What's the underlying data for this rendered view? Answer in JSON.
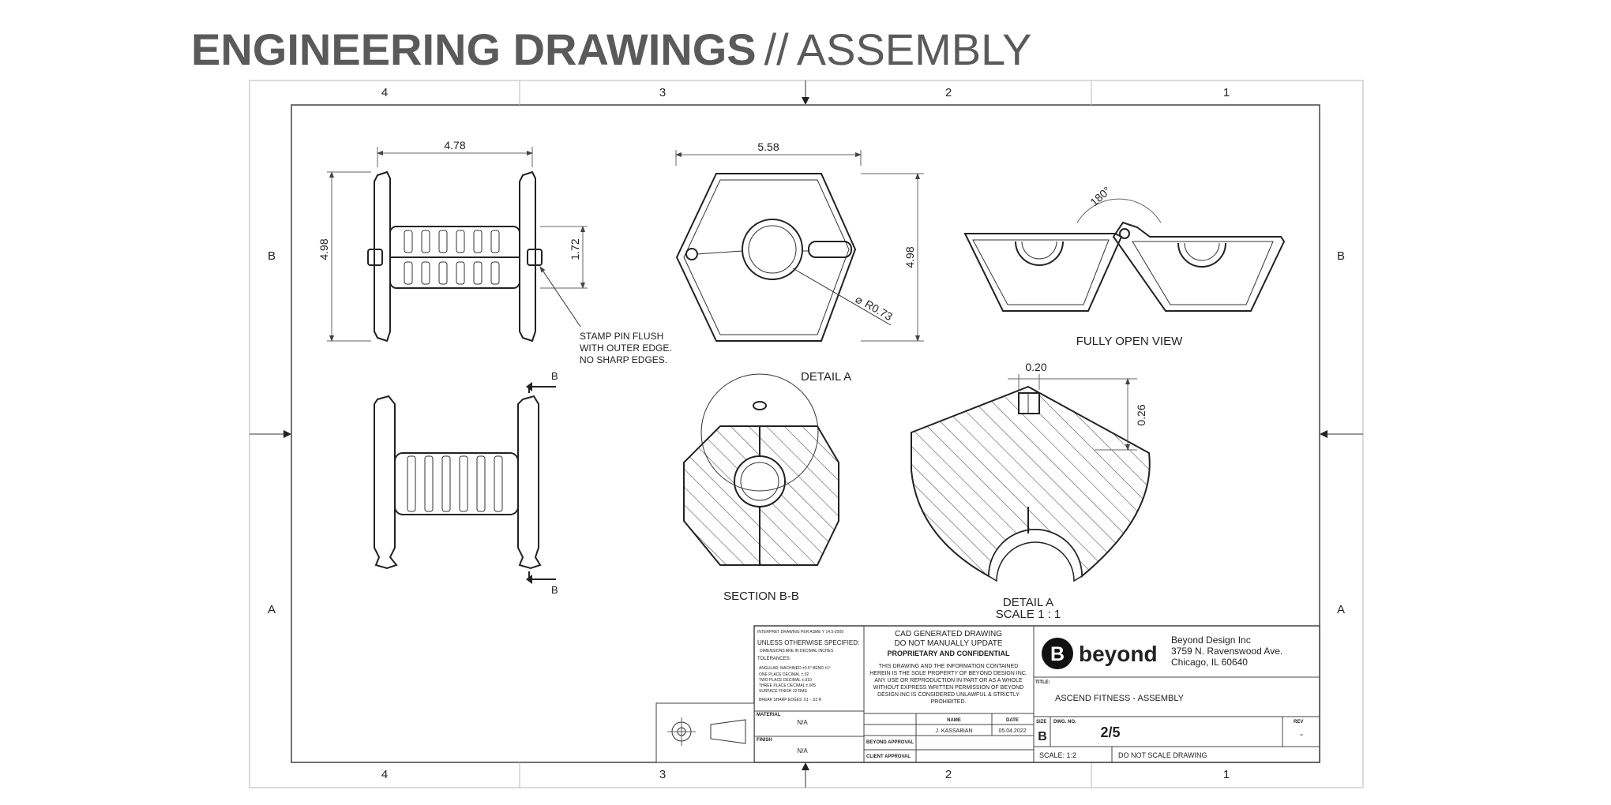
{
  "header": {
    "title": "ENGINEERING DRAWINGS",
    "separator": "//",
    "subtitle": "ASSEMBLY"
  },
  "sheet": {
    "zones_top": [
      "4",
      "3",
      "2",
      "1"
    ],
    "zones_side": [
      "B",
      "A"
    ]
  },
  "views": {
    "front": {
      "width_dim": "4.78",
      "height_dim": "4.98",
      "inner_dim": "1.72",
      "note_line1": "STAMP PIN FLUSH",
      "note_line2": "WITH OUTER EDGE.",
      "note_line3": "NO SHARP EDGES."
    },
    "side": {
      "section_mark_top": "B",
      "section_mark_bottom": "B"
    },
    "hex": {
      "width_dim": "5.58",
      "height_dim": "4.98",
      "radius_dim": "R0.73",
      "diameter_symbol": "⌀"
    },
    "open": {
      "angle_dim": "180°",
      "label": "FULLY OPEN VIEW"
    },
    "section": {
      "detail_callout": "DETAIL A",
      "label": "SECTION B-B"
    },
    "detail": {
      "width_dim": "0.20",
      "height_dim": "0.26",
      "label": "DETAIL A",
      "scale": "SCALE 1 : 1"
    }
  },
  "title_block": {
    "interpret": "INTERPRET DRAWING PER ASME Y 14.5-2009",
    "unless": "UNLESS OTHERWISE SPECIFIED:",
    "dims_in": "DIMENSIONS ARE IN DECIMAL INCHES",
    "tolerances": "TOLERANCES:",
    "tol_line1": "ANGULAR: MACHINED ±0.5° BEND ±1°",
    "tol_line2": "ONE PLACE DECIMAL ±.02",
    "tol_line3": "TWO PLACE DECIMAL ±.010",
    "tol_line4": "THREE PLACE DECIMAL ±.005",
    "tol_line5": "SURFACE FINISH 32 RMS",
    "tol_line6": "BREAK SHARP EDGES .01 - .02 R",
    "material_label": "MATERIAL",
    "material_value": "N/A",
    "finish_label": "FINISH",
    "finish_value": "N/A",
    "cad_line1": "CAD GENERATED DRAWING",
    "cad_line2": "DO NOT MANUALLY UPDATE",
    "proprietary": "PROPRIETARY AND CONFIDENTIAL",
    "legal1": "THIS DRAWING AND THE INFORMATION CONTAINED",
    "legal2": "HEREIN IS THE SOLE PROPERTY OF BEYOND DESIGN INC.",
    "legal3": "ANY USE OR REPRODUCTION IN PART OR AS A WHOLE",
    "legal4": "WITHOUT EXPRESS WRITTEN PERMISSION OF BEYOND",
    "legal5": "DESIGN INC IS CONSIDERED UNLAWFUL & STRICTLY",
    "legal6": "PROHIBITED.",
    "name_label": "NAME",
    "date_label": "DATE",
    "name_value": "J. KASSABIAN",
    "date_value": "05.04.2022",
    "beyond_approval": "BEYOND APPROVAL",
    "client_approval": "CLIENT APPROVAL",
    "logo_letter": "B",
    "logo_text": "beyond",
    "company_name": "Beyond Design Inc",
    "company_addr1": "3759 N. Ravenswood Ave.",
    "company_addr2": "Chicago, IL 60640",
    "title_label": "TITLE:",
    "title_value": "ASCEND FITNESS - ASSEMBLY",
    "size_label": "SIZE",
    "size_value": "B",
    "dwg_label": "DWG. NO.",
    "dwg_value": "2/5",
    "rev_label": "REV",
    "rev_value": "-",
    "scale": "SCALE: 1:2",
    "no_scale": "DO NOT SCALE DRAWING"
  }
}
